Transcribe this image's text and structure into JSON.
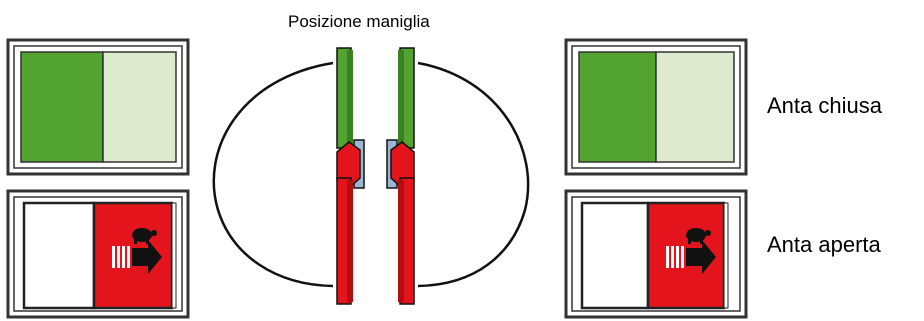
{
  "title": "Posizione maniglia",
  "labels": {
    "closed": "Anta chiusa",
    "open": "Anta aperta"
  },
  "colors": {
    "closed_dark": "#52a32f",
    "closed_light": "#ddeacd",
    "open_red": "#e3141b",
    "handle_green": "#52a32f",
    "handle_red": "#e3141b",
    "bracket_blue": "#9cb7d6",
    "frame": "#333333"
  },
  "icons": [
    "sash-closed-icon",
    "sash-open-icon",
    "turtle-slow-arrow-icon",
    "window-handle-icon"
  ]
}
